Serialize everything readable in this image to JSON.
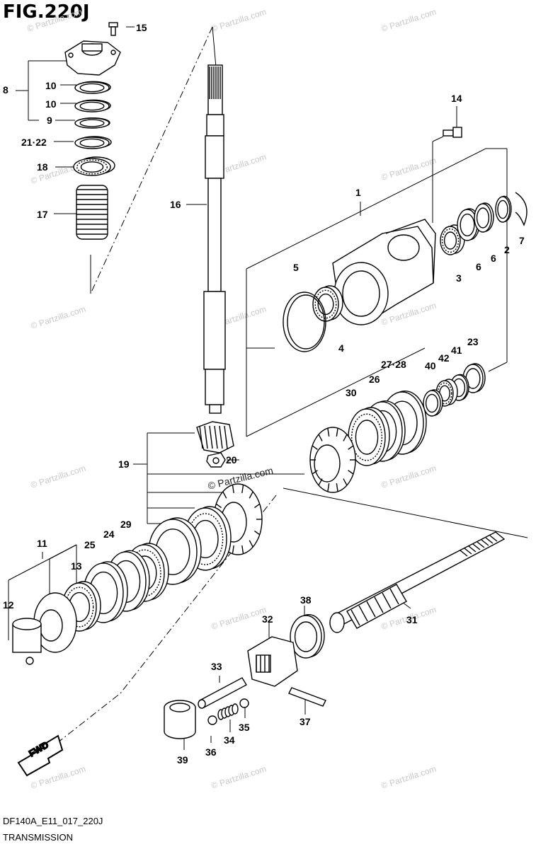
{
  "figure": {
    "title": "FIG.220J",
    "code": "DF140A_E11_017_220J",
    "name": "TRANSMISSION"
  },
  "watermark": "© Partzilla.com",
  "fwd_label": "FWD",
  "callouts": [
    "1",
    "2",
    "3",
    "4",
    "5",
    "6",
    "6",
    "7",
    "8",
    "9",
    "10",
    "10",
    "11",
    "12",
    "13",
    "14",
    "15",
    "16",
    "17",
    "18",
    "19",
    "20",
    "21·22",
    "23",
    "24",
    "25",
    "26",
    "27·28",
    "29",
    "30",
    "31",
    "32",
    "33",
    "34",
    "35",
    "36",
    "37",
    "38",
    "39",
    "40",
    "41",
    "42"
  ],
  "colors": {
    "line": "#000000",
    "watermark": "#c8c8c8",
    "part_fill": "#ffffff",
    "shade": "#d9d9d9"
  }
}
